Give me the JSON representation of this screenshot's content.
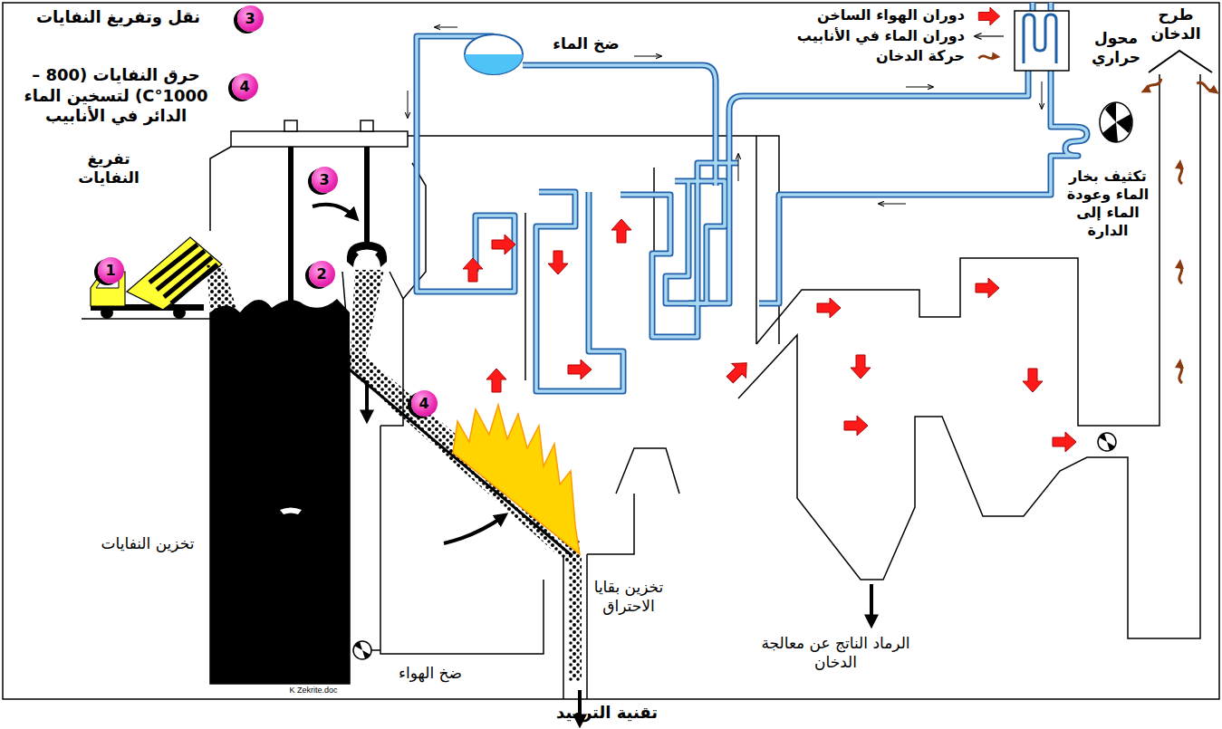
{
  "diagram": {
    "caption": "تقنية الترميد",
    "nodes": [
      {
        "text": [
          "3"
        ]
      },
      {
        "text": [
          "4"
        ]
      },
      {
        "text": [
          "1"
        ]
      },
      {
        "text": [
          "2"
        ]
      },
      {
        "text": [
          "3"
        ]
      },
      {
        "text": [
          "4"
        ]
      }
    ],
    "labels": [
      "نقل وتفريغ النفايات",
      "حرق النفايات (800 – 1000°C) لتسخين الماء الدائر في الأنابيب",
      "تفريغ النفايات",
      "ضخ الماء",
      "تكثيف بخار الماء وعودة الماء إلى الدارة",
      "طرح الدخان",
      "تخزين النفايات",
      "ضخ الهواء",
      "تخزين بقايا الاحتراق",
      "الرماد الناتج عن معالجة الدخان",
      "K Zekrite.doc",
      "محول حراري"
    ],
    "legend": [
      {
        "text": "دوران الهواء الساخن"
      },
      {
        "text": "دوران الماء في الأنابيب"
      },
      {
        "text": "حركة الدخان"
      }
    ]
  }
}
